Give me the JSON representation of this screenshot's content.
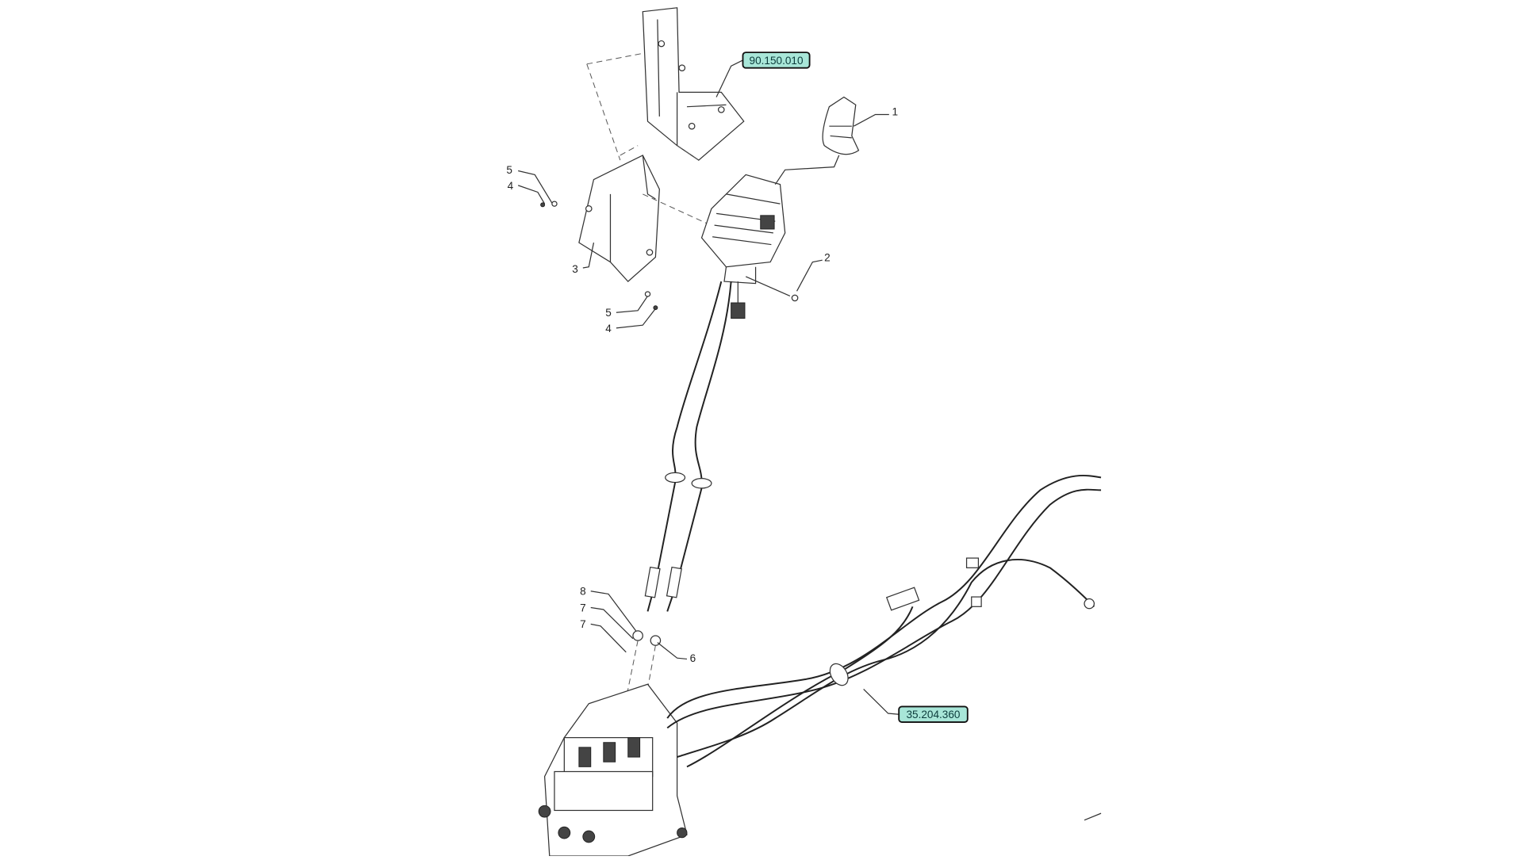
{
  "diagram": {
    "references": [
      {
        "id": "ref-upper",
        "label": "90.150.010"
      },
      {
        "id": "ref-lower",
        "label": "35.204.360"
      }
    ],
    "callouts": [
      "1",
      "2",
      "3",
      "4",
      "5",
      "5",
      "4",
      "8",
      "7",
      "7",
      "6"
    ],
    "colors": {
      "reference_fill": "#a8e6d8",
      "reference_border": "#111111",
      "line": "#333333"
    }
  }
}
